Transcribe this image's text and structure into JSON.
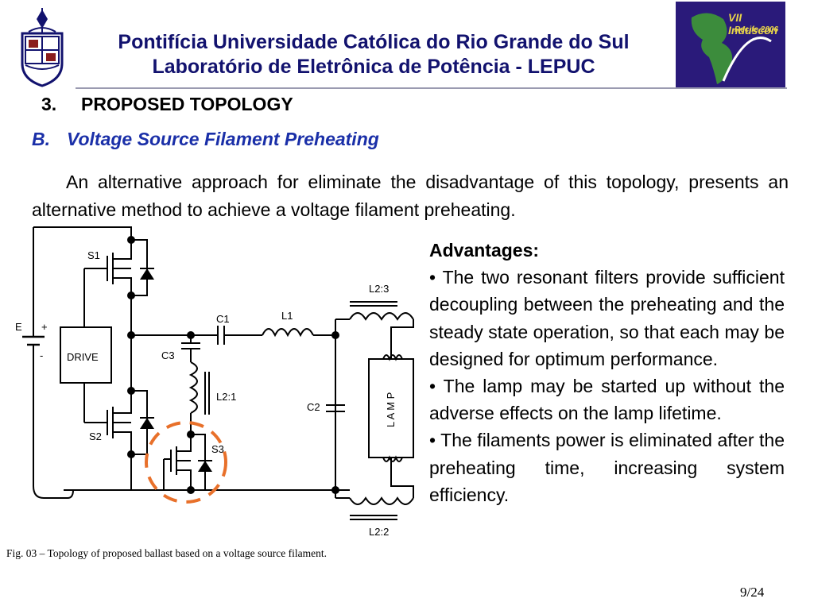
{
  "header": {
    "university": "Pontifícia Universidade Católica do Rio Grande do Sul",
    "lab": "Laboratório de Eletrônica de Potência - LEPUC",
    "conference_logo": {
      "line1": "VII Induscon",
      "line2": "Recife 2006"
    }
  },
  "section": {
    "number": "3.",
    "title": "PROPOSED TOPOLOGY"
  },
  "subsection": {
    "letter": "B.",
    "title": "Voltage Source Filament Preheating"
  },
  "intro": "An alternative approach for eliminate the disadvantage of this topology, presents an alternative method to achieve a voltage filament preheating.",
  "circuit": {
    "labels": {
      "E": "E",
      "plus": "+",
      "minus": "-",
      "drive": "DRIVE",
      "S1": "S1",
      "S2": "S2",
      "S3": "S3",
      "C1": "C1",
      "C2": "C2",
      "C3": "C3",
      "L1": "L1",
      "L2_1": "L2:1",
      "L2_2": "L2:2",
      "L2_3": "L2:3",
      "lamp": "L A M P"
    },
    "colors": {
      "highlight": "#e8702a",
      "wire": "#000000"
    }
  },
  "caption": "Fig. 03 – Topology of proposed ballast based on a voltage source filament.",
  "advantages": {
    "title": "Advantages:",
    "items": [
      "• The two resonant filters provide sufficient decoupling between the preheating and the steady state operation, so that each may be designed for optimum performance.",
      "• The lamp may be started up without the adverse effects on the lamp lifetime.",
      "• The  filaments power is eliminated after the preheating time, increasing system efficiency."
    ]
  },
  "page": "9/24"
}
